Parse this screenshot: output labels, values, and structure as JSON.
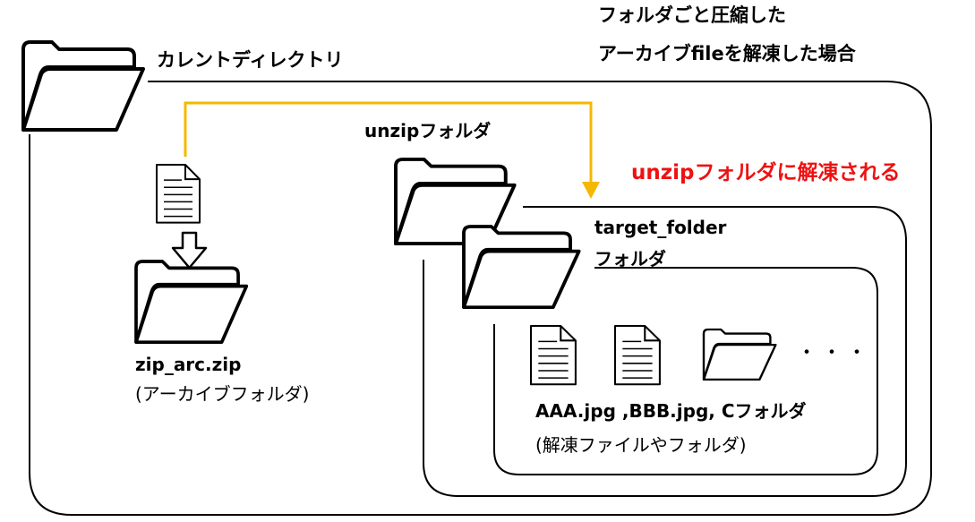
{
  "title": {
    "line1": "フォルダごと圧縮した",
    "line2": "アーカイブfileを解凍した場合"
  },
  "labels": {
    "current_directory": "カレントディレクトリ",
    "unzip_folder": "unzipフォルダ",
    "target_folder_line1": "target_folder",
    "target_folder_line2": "フォルダ",
    "archive_name": "zip_arc.zip",
    "archive_desc": "(アーカイブフォルダ)",
    "extracted_items": "AAA.jpg ,BBB.jpg, Cフォルダ",
    "extracted_desc": "(解凍ファイルやフォルダ)",
    "ellipsis": "・・・"
  },
  "annotation": {
    "text": "unzipフォルダに解凍される",
    "color": "#ee1111"
  },
  "colors": {
    "arrow": "#f5b800",
    "stroke": "#000000"
  },
  "icons": {
    "current_directory": "folder-icon",
    "archive_document": "document-icon",
    "archive_down_arrow": "down-arrow-icon",
    "archive_folder": "folder-icon",
    "unzip_folder": "folder-icon",
    "target_folder": "folder-icon",
    "file_aaa": "document-icon",
    "file_bbb": "document-icon",
    "folder_c": "folder-icon"
  }
}
